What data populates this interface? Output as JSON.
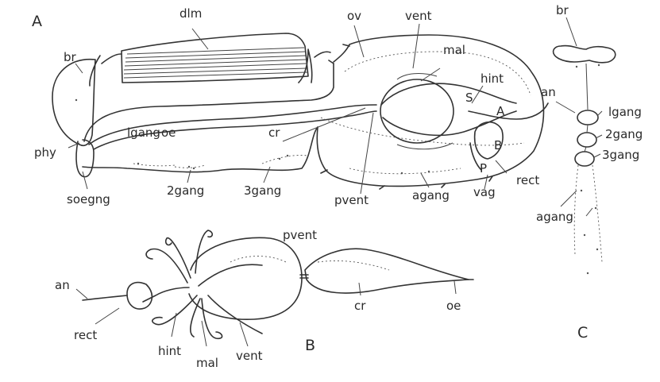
{
  "figure": {
    "panel_a": {
      "letter": "A",
      "labels": {
        "dlm": "dlm",
        "br": "br",
        "ov": "ov",
        "vent": "vent",
        "mal": "mal",
        "hint": "hint",
        "s": "S",
        "a": "A",
        "b": "B",
        "p": "P",
        "oe": "oe",
        "lgang": "lgang",
        "cr": "cr",
        "phy": "phy",
        "soegng": "soegng",
        "gang2": "2gang",
        "gang3": "3gang",
        "pvent": "pvent",
        "agang": "agang",
        "vag": "vag",
        "rect": "rect"
      }
    },
    "panel_b": {
      "letter": "B",
      "labels": {
        "pvent": "pvent",
        "an": "an",
        "rect": "rect",
        "hint": "hint",
        "mal": "mal",
        "vent": "vent",
        "cr": "cr",
        "oe": "oe"
      }
    },
    "panel_c": {
      "letter": "C",
      "labels": {
        "br": "br",
        "an": "an",
        "lgang": "lgang",
        "gang2": "2gang",
        "gang3": "3gang",
        "agang": "agang"
      }
    }
  }
}
